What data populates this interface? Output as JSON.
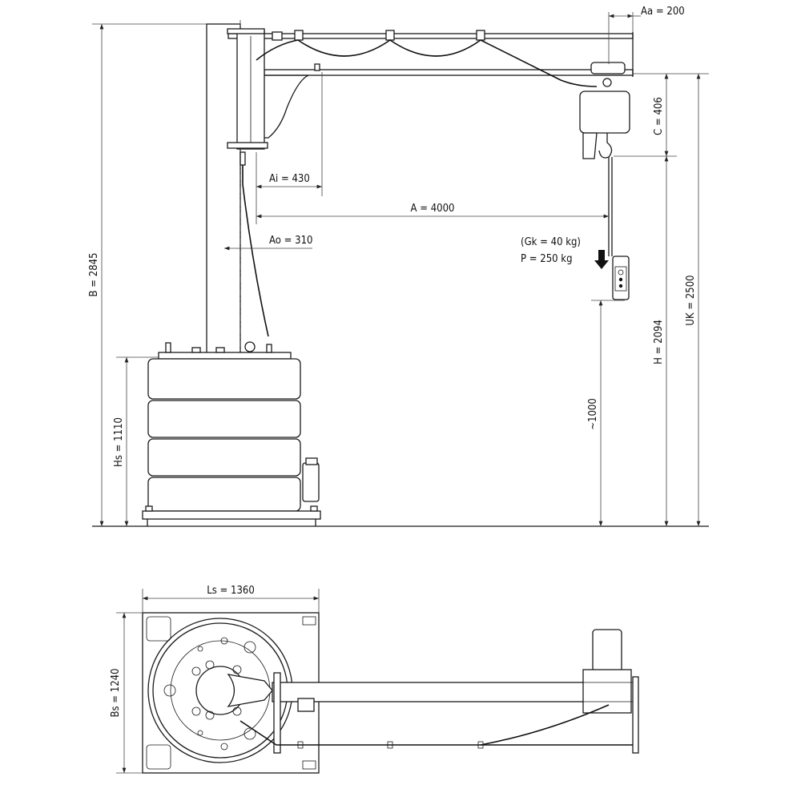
{
  "side_view": {
    "dim_aa": "Aa = 200",
    "dim_c": "C = 406",
    "dim_ai": "Ai = 430",
    "dim_a": "A = 4000",
    "dim_ao": "Ao = 310",
    "load_gk": "(Gk = 40 kg)",
    "load_p": "P = 250 kg",
    "dim_b": "B = 2845",
    "dim_uk": "UK = 2500",
    "dim_h": "H = 2094",
    "dim_pendant": "~1000",
    "dim_hs": "Hs = 1110"
  },
  "plan_view": {
    "dim_ls": "Ls = 1360",
    "dim_bs": "Bs = 1240"
  }
}
